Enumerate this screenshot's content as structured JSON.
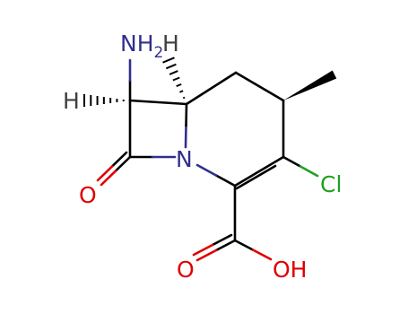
{
  "molecule": {
    "colors": {
      "bond": "#000000",
      "nitrogen": "#30308c",
      "oxygen": "#e00000",
      "chlorine": "#20a020",
      "hydrogen": "#404040"
    },
    "labels": {
      "amine_main": "NH",
      "amine_sub": "2",
      "amine_h": "H",
      "stereo_h": "H",
      "ring_n": "N",
      "lactam_o": "O",
      "chloro": "Cl",
      "acid_o": "O",
      "acid_oh": "OH"
    }
  }
}
